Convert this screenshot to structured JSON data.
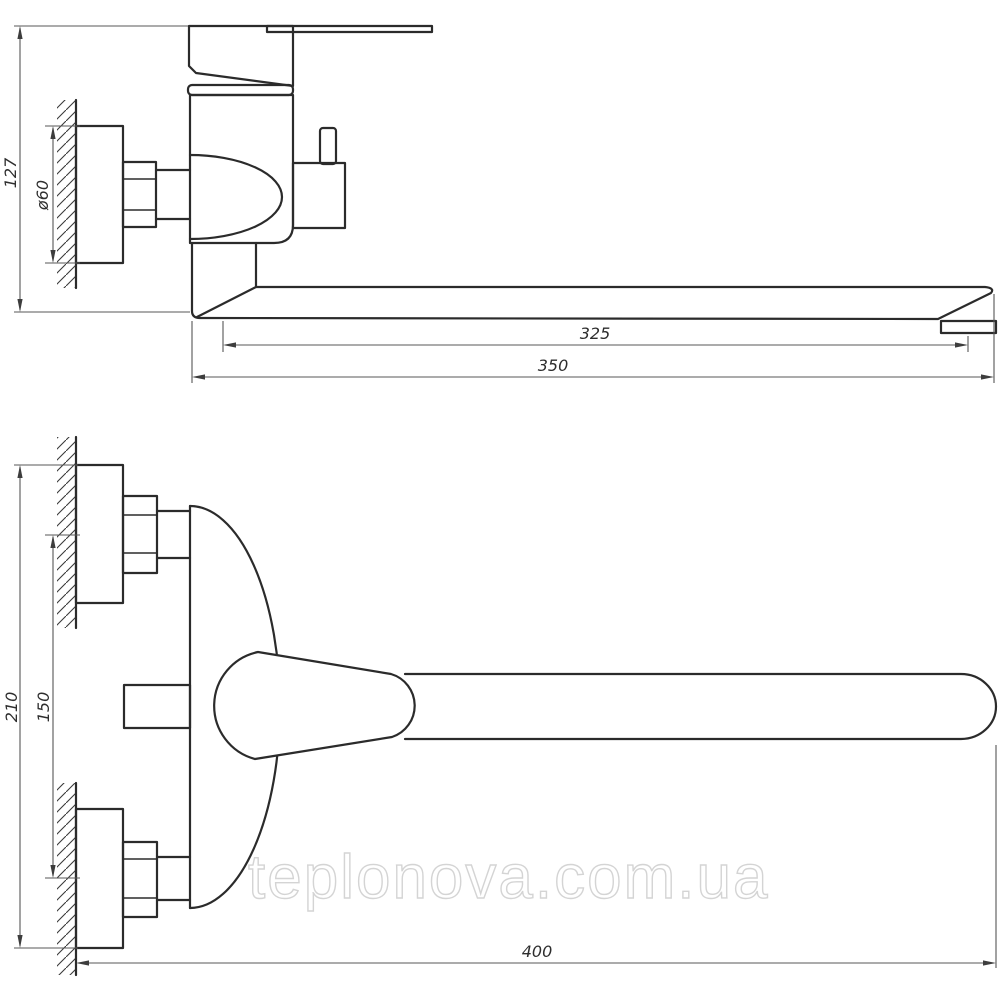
{
  "drawing": {
    "watermark": "teplonova.com.ua",
    "side_view": {
      "overall_height_mm": "127",
      "escutcheon_diameter": "ø60",
      "aerator_offset_mm": "325",
      "spout_length_mm": "350"
    },
    "front_view": {
      "overall_height_mm": "210",
      "mounting_centers_mm": "150",
      "overall_width_mm": "400"
    },
    "colors": {
      "line": "#2b2b2b",
      "dimension_line": "#575757",
      "watermark_outline": "#d4d4d4",
      "background": "#ffffff"
    }
  }
}
